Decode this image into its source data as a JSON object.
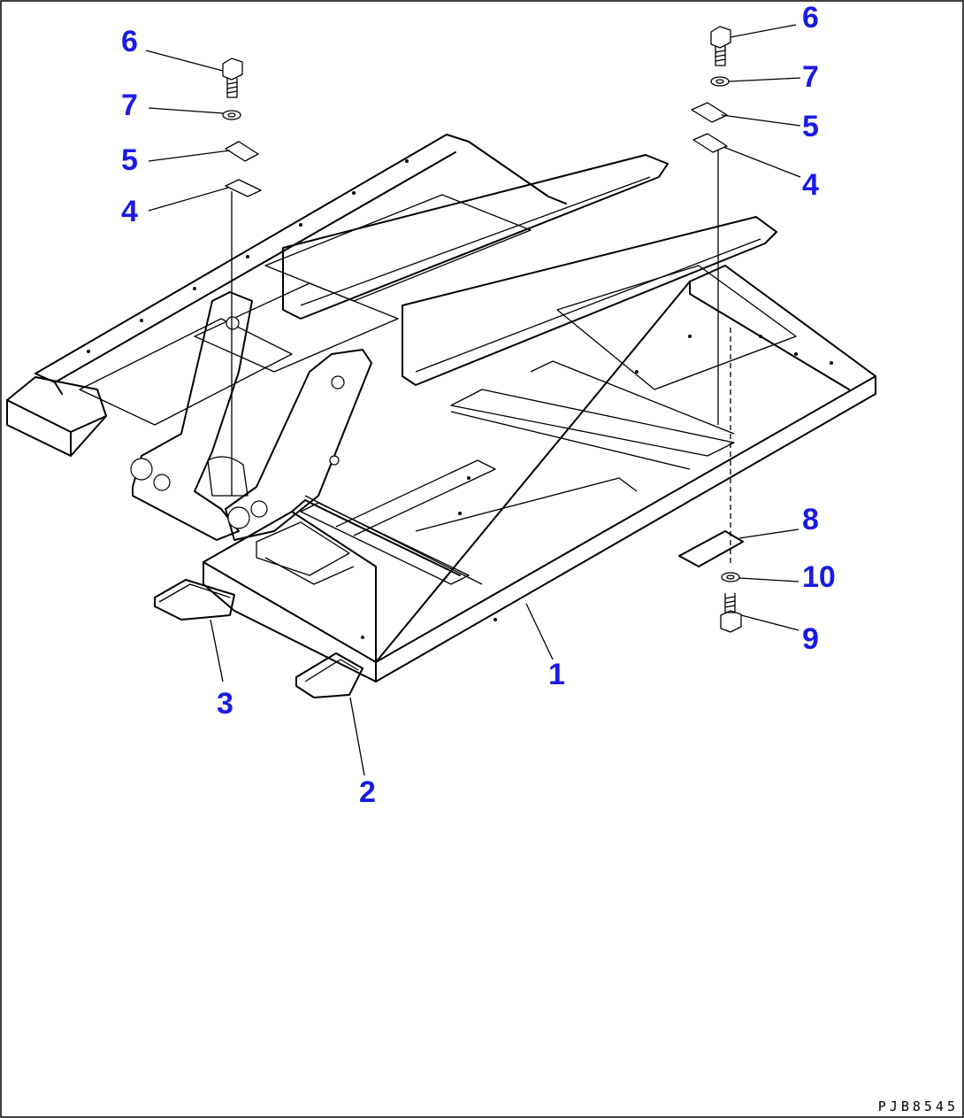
{
  "callouts": {
    "c1": "1",
    "c2": "2",
    "c3": "3",
    "c4_left": "4",
    "c5_left": "5",
    "c6_left": "6",
    "c7_left": "7",
    "c4_right": "4",
    "c5_right": "5",
    "c6_right": "6",
    "c7_right": "7",
    "c8": "8",
    "c9": "9",
    "c10": "10"
  },
  "drawing_code": "PJB8545",
  "colors": {
    "callout": "#1a1ae6",
    "line": "#000000"
  }
}
